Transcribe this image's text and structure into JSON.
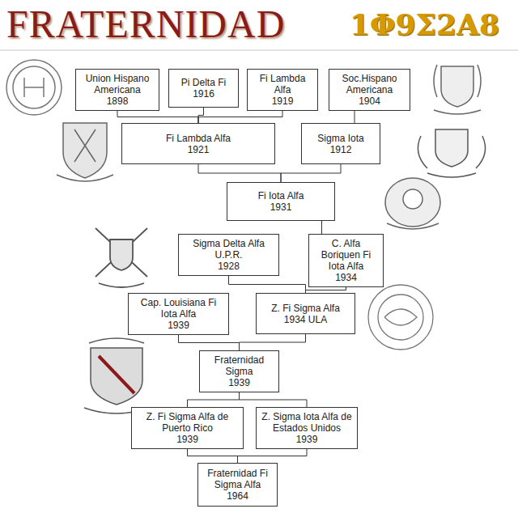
{
  "diagram": {
    "title": "FRATERNIDAD",
    "nodes": [
      {
        "text": [
          "Union Hispano Americana",
          "1898"
        ]
      },
      {
        "text": [
          "Pi Delta Fi",
          "1916"
        ]
      },
      {
        "text": [
          "Fi Lambda Alfa",
          "1919"
        ]
      },
      {
        "text": [
          "Soc.Hispano Americana",
          "1904"
        ]
      },
      {
        "text": [
          "Fi Lambda Alfa",
          "1921"
        ]
      },
      {
        "text": [
          "Sigma Iota",
          "1912"
        ]
      },
      {
        "text": [
          "Fi Iota Alfa",
          "1931"
        ]
      },
      {
        "text": [
          "Sigma Delta Alfa U.P.R.",
          "1928"
        ]
      },
      {
        "text": [
          "C. Alfa Boriquen Fi Iota Alfa",
          "1934"
        ]
      },
      {
        "text": [
          "Cap. Louisiana Fi Iota Alfa",
          "1939"
        ]
      },
      {
        "text": [
          "Z. Fi Sigma Alfa",
          "1934 ULA"
        ]
      },
      {
        "text": [
          "Fraternidad Sigma",
          "1939"
        ]
      },
      {
        "text": [
          "Z. Fi Sigma Alfa de Puerto Rico",
          "1939"
        ]
      },
      {
        "text": [
          "Z. Sigma Iota Alfa de Estados Unidos",
          "1939"
        ]
      },
      {
        "text": [
          "Fraternidad Fi Sigma Alfa",
          "1964"
        ]
      }
    ],
    "edges": [
      {
        "from": 0,
        "to": 4,
        "arrow": "none"
      },
      {
        "from": 1,
        "to": 4,
        "arrow": "none"
      },
      {
        "from": 2,
        "to": 4,
        "arrow": "none"
      },
      {
        "from": 3,
        "to": 5,
        "arrow": "none"
      },
      {
        "from": 4,
        "to": 6,
        "arrow": "none"
      },
      {
        "from": 5,
        "to": 6,
        "arrow": "none"
      },
      {
        "from": 6,
        "to": 8,
        "arrow": "none"
      },
      {
        "from": 7,
        "to": 10,
        "arrow": "none"
      },
      {
        "from": 8,
        "to": 10,
        "arrow": "none"
      },
      {
        "from": 9,
        "to": 11,
        "arrow": "none"
      },
      {
        "from": 10,
        "to": 11,
        "arrow": "none"
      },
      {
        "from": 11,
        "to": 12,
        "arrow": "none"
      },
      {
        "from": 11,
        "to": 13,
        "arrow": "none"
      },
      {
        "from": 12,
        "to": 14,
        "arrow": "none"
      },
      {
        "from": 13,
        "to": 14,
        "arrow": "none"
      }
    ],
    "labels": [
      "1Φ9Σ2Α8"
    ]
  }
}
